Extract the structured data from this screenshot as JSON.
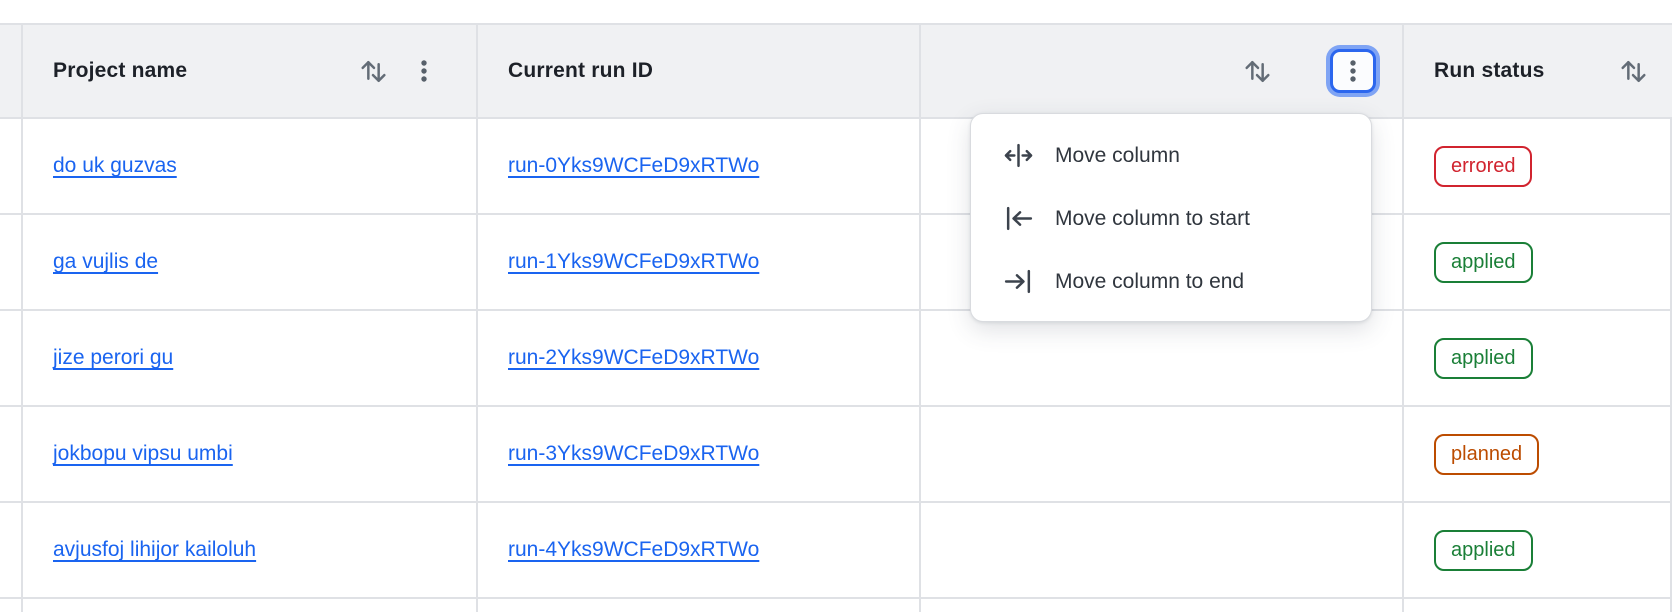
{
  "table": {
    "columns": [
      {
        "key": "spacer",
        "label": ""
      },
      {
        "key": "project",
        "label": "Project name",
        "icons": [
          "sort-icon",
          "kebab-icon"
        ]
      },
      {
        "key": "run_id",
        "label": "Current run ID",
        "icons": []
      },
      {
        "key": "ghost",
        "label": "",
        "icons": [
          "sort-icon",
          "kebab-icon-focused"
        ]
      },
      {
        "key": "status",
        "label": "Run status",
        "icons": [
          "sort-icon"
        ]
      }
    ],
    "rows": [
      {
        "project": "do uk guzvas",
        "run_id": "run-0Yks9WCFeD9xRTWo",
        "status": "errored"
      },
      {
        "project": "ga vujlis de",
        "run_id": "run-1Yks9WCFeD9xRTWo",
        "status": "applied"
      },
      {
        "project": "jize perori gu",
        "run_id": "run-2Yks9WCFeD9xRTWo",
        "status": "applied"
      },
      {
        "project": "jokbopu vipsu umbi",
        "run_id": "run-3Yks9WCFeD9xRTWo",
        "status": "planned"
      },
      {
        "project": "avjusfoj lihijor kailoluh",
        "run_id": "run-4Yks9WCFeD9xRTWo",
        "status": "applied"
      }
    ]
  },
  "column_menu": {
    "items": [
      {
        "icon": "move-column-icon",
        "label": "Move column"
      },
      {
        "icon": "move-column-to-start-icon",
        "label": "Move column to start"
      },
      {
        "icon": "move-column-to-end-icon",
        "label": "Move column to end"
      }
    ]
  },
  "colors": {
    "link": "#1a64f0",
    "focus_ring_inner": "#2b66ee",
    "focus_ring_outer": "#7fa4f4",
    "header_bg": "#f0f1f3",
    "border": "#dfe1e5",
    "status": {
      "errored": "#d1242f",
      "applied": "#1a7f37",
      "planned": "#bc4c00"
    }
  }
}
